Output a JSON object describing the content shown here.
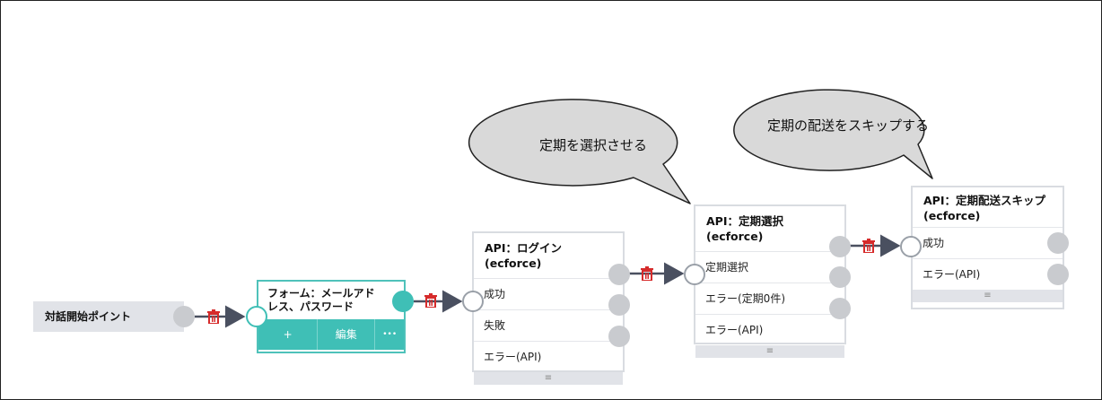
{
  "start_node": {
    "label": "対話開始ポイント"
  },
  "form_node": {
    "title": "フォーム：メールアドレス、パスワード",
    "actions": {
      "add": "+",
      "edit": "編集",
      "more": "•••"
    }
  },
  "login_node": {
    "title": "API：ログイン(ecforce)",
    "rows": [
      "成功",
      "失敗",
      "エラー(API)"
    ]
  },
  "select_node": {
    "title": "API：定期選択(ecforce)",
    "rows": [
      "定期選択",
      "エラー(定期0件)",
      "エラー(API)"
    ]
  },
  "skip_node": {
    "title": "API：定期配送スキップ(ecforce)",
    "rows": [
      "成功",
      "エラー(API)"
    ]
  },
  "footer_glyph": "≡",
  "bubbles": {
    "select": "定期を選択させる",
    "skip": "定期の配送をスキップする"
  },
  "colors": {
    "accent": "#3fbfb6",
    "trash": "#d62b2b",
    "arrow": "#4a5060"
  },
  "icons": {
    "delete": "trash-icon",
    "footer": "drag-handle-icon"
  }
}
